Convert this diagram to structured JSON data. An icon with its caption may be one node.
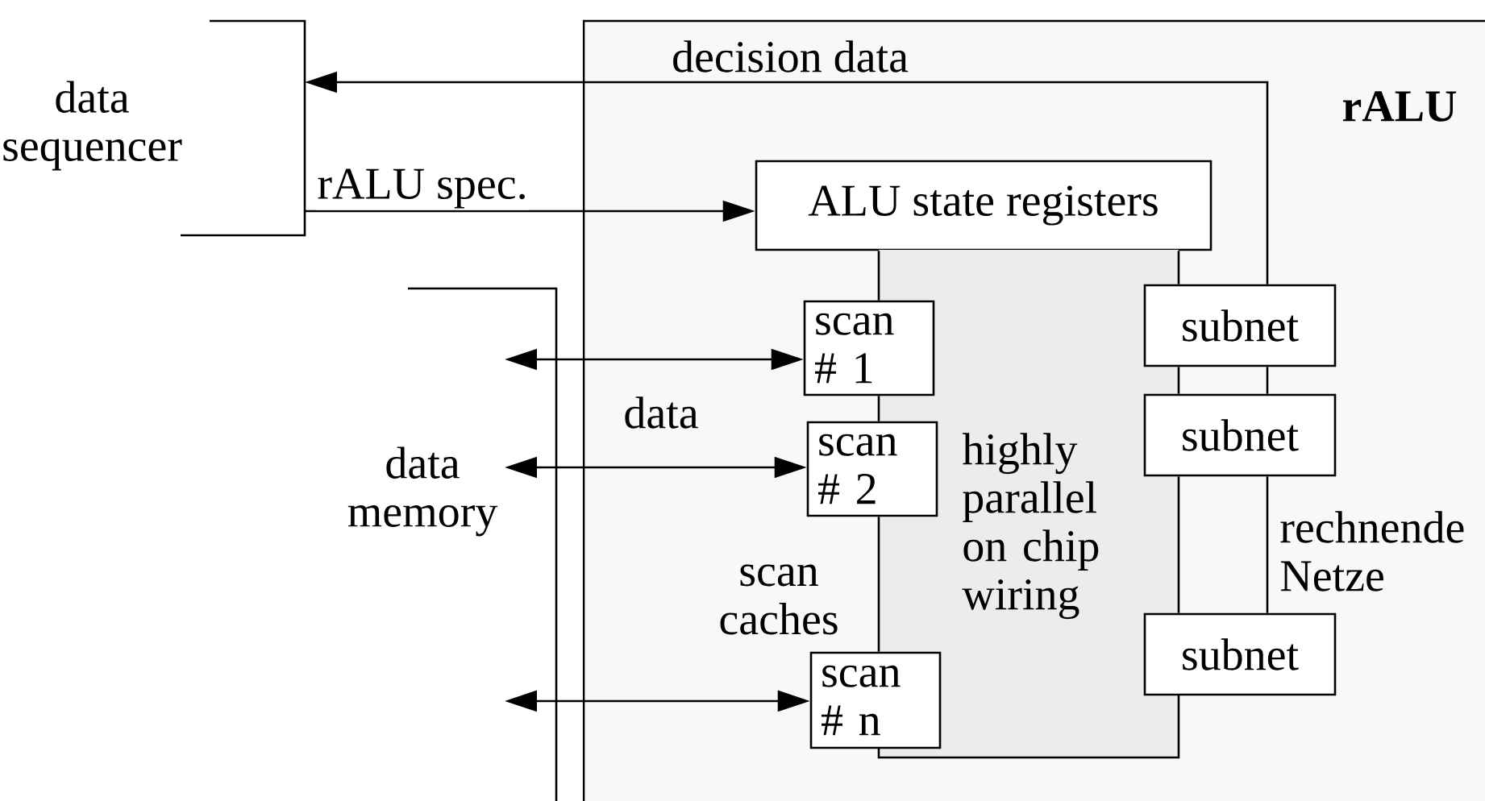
{
  "diagram": {
    "nodes": [
      {
        "text": [
          "data sequencer"
        ]
      },
      {
        "text": [
          "rALU"
        ]
      },
      {
        "text": [
          "ALU state registers"
        ],
        "in": 1
      },
      {
        "text": [
          "highly parallel on chip wiring"
        ],
        "in": 1
      },
      {
        "text": [
          "scan # 1"
        ],
        "in": 1
      },
      {
        "text": [
          "scan # 2"
        ],
        "in": 1
      },
      {
        "text": [
          "scan # n"
        ],
        "in": 1
      },
      {
        "text": [
          "subnet"
        ],
        "in": 1
      },
      {
        "text": [
          "subnet"
        ],
        "in": 1
      },
      {
        "text": [
          "subnet"
        ],
        "in": 1
      },
      {
        "text": [
          "data memory"
        ]
      }
    ],
    "edges": [
      {
        "from": 7,
        "to": 0,
        "arrow": "to",
        "label": "decision data"
      },
      {
        "from": 0,
        "to": 2,
        "arrow": "to",
        "label": "rALU spec."
      },
      {
        "from": 10,
        "to": 4,
        "arrow": "both"
      },
      {
        "from": 10,
        "to": 5,
        "arrow": "both",
        "label": "data"
      },
      {
        "from": 10,
        "to": 6,
        "arrow": "both"
      },
      {
        "from": 2,
        "to": 4,
        "arrow": "none"
      },
      {
        "from": 4,
        "to": 5,
        "arrow": "none"
      },
      {
        "from": 5,
        "to": 6,
        "arrow": "none"
      },
      {
        "from": 2,
        "to": 7,
        "arrow": "none"
      },
      {
        "from": 7,
        "to": 8,
        "arrow": "none"
      },
      {
        "from": 7,
        "to": 8,
        "arrow": "none"
      },
      {
        "from": 8,
        "to": 9,
        "arrow": "none"
      },
      {
        "from": 8,
        "to": 9,
        "arrow": "none"
      }
    ],
    "labels": [
      "scan caches",
      "rechnende Netze"
    ]
  }
}
